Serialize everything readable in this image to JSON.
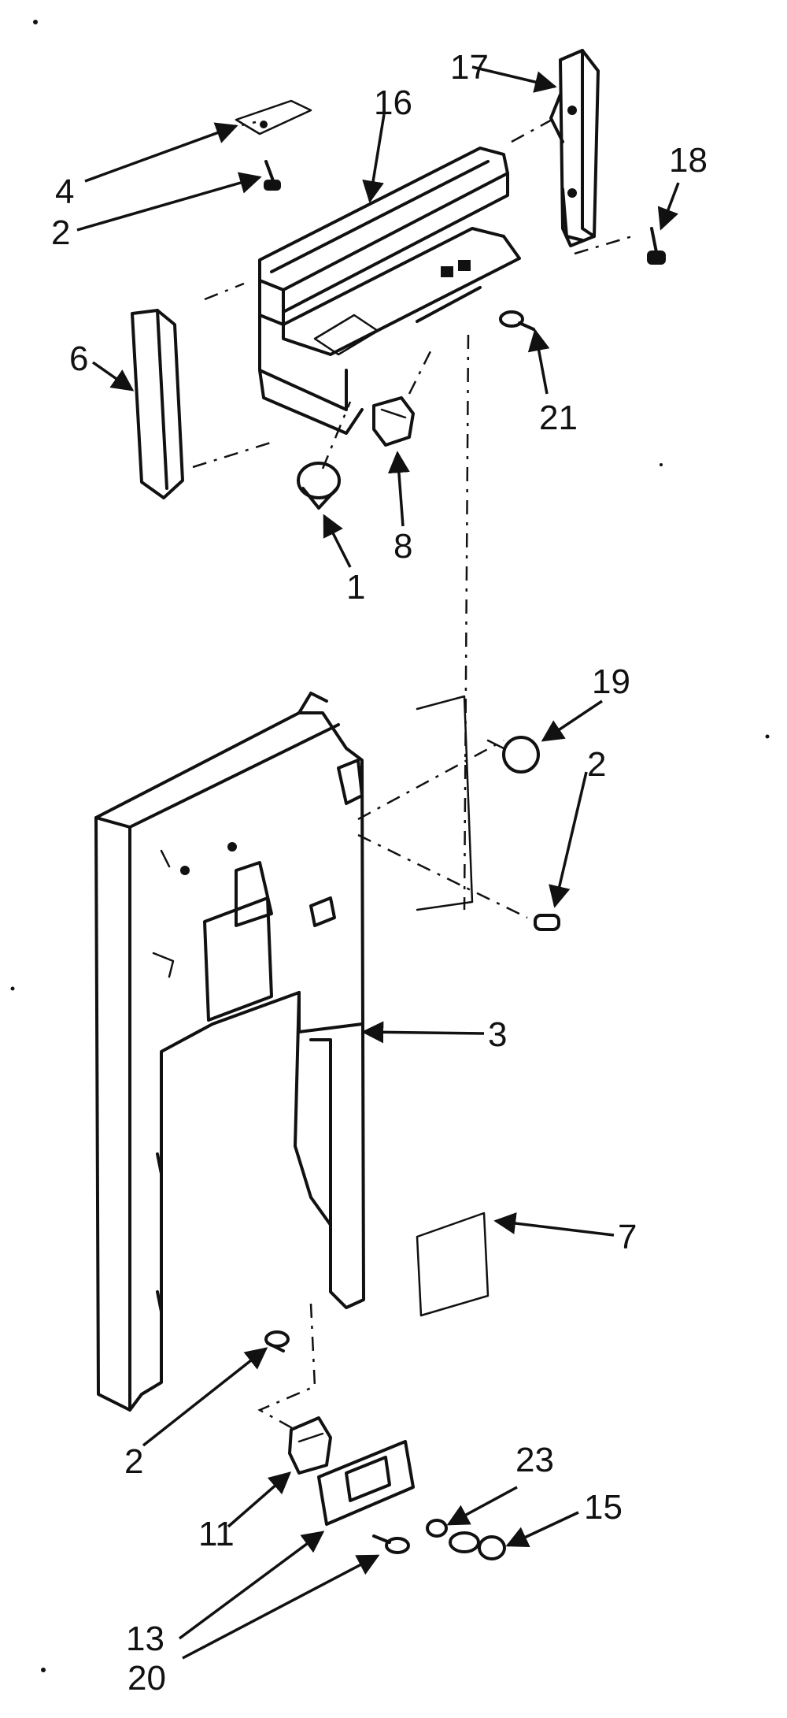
{
  "callouts": {
    "c1": "1",
    "c2a": "2",
    "c2b": "2",
    "c2c": "2",
    "c3": "3",
    "c4": "4",
    "c6": "6",
    "c7": "7",
    "c8": "8",
    "c11": "11",
    "c13": "13",
    "c15": "15",
    "c16": "16",
    "c17": "17",
    "c18": "18",
    "c19": "19",
    "c20": "20",
    "c21": "21",
    "c23": "23"
  }
}
